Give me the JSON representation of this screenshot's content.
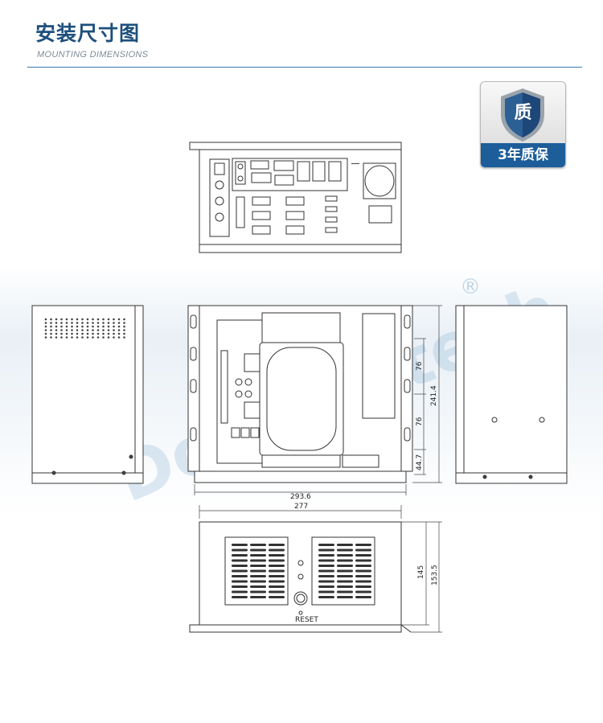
{
  "header": {
    "title": "安装尺寸图",
    "subtitle": "MOUNTING DIMENSIONS"
  },
  "badge": {
    "shield_char": "质",
    "label": "3年质保"
  },
  "watermark": {
    "brand": "Dongtintech",
    "registered": "®"
  },
  "dimensions": {
    "depth_total": "293.6",
    "depth_inner": "277",
    "height_total": "241.4",
    "seg_upper": "76",
    "seg_middle": "76",
    "seg_lower": "44.7",
    "front_height": "145",
    "front_height_total": "153.5"
  },
  "front_panel": {
    "reset_label": "RESET"
  },
  "colors": {
    "accent": "#1d4f7c",
    "rule": "#3b79ad",
    "badge_band": "#1c5d9a",
    "watermark_orange": "#f2b27a",
    "watermark_blue": "#8fb6d6"
  }
}
